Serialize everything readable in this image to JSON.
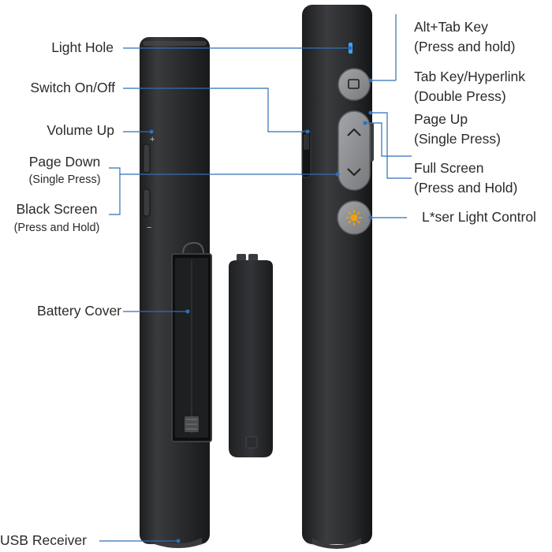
{
  "labels": {
    "light_hole": "Light Hole",
    "switch": "Switch On/Off",
    "volume_up": "Volume Up",
    "page_down": "Page Down",
    "page_down_sub": "(Single Press)",
    "black_screen": "Black Screen",
    "black_screen_sub": "(Press and Hold)",
    "battery_cover": "Battery Cover",
    "usb_receiver": "USB Receiver",
    "alt_tab": "Alt+Tab Key",
    "alt_tab_sub": "(Press and hold)",
    "tab_key": "Tab Key/Hyperlink",
    "tab_key_sub": "(Double Press)",
    "page_up": "Page Up",
    "page_up_sub": "(Single Press)",
    "full_screen": "Full Screen",
    "full_screen_sub": "(Press and Hold)",
    "laser": "L*ser Light Control"
  },
  "device_marks": {
    "plus": "+",
    "minus": "−"
  },
  "colors": {
    "body_dark": "#2b2c2e",
    "button_gray": "#8b8d90",
    "leader_blue": "#2f6fb7",
    "indicator_blue": "#3ea6ff",
    "laser_orange": "#f2a300"
  }
}
